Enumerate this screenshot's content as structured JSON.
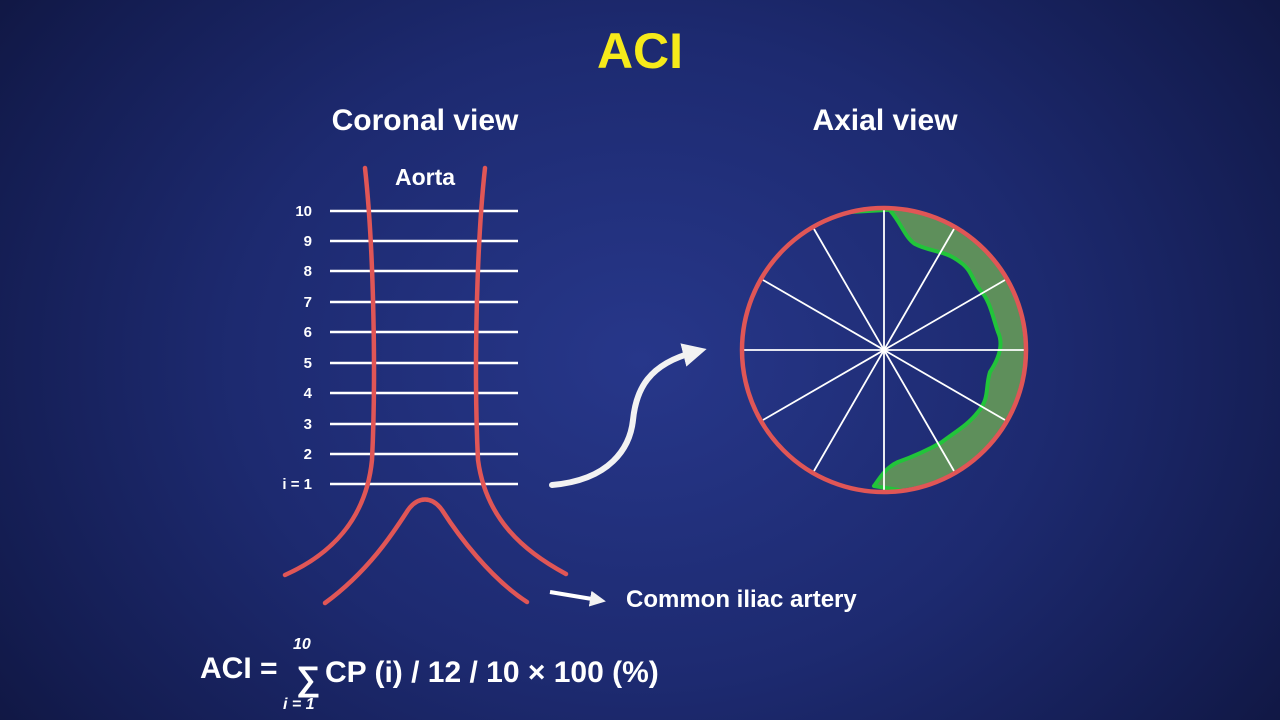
{
  "title": "ACI",
  "coronal": {
    "heading": "Coronal view",
    "aorta_label": "Aorta",
    "levels": [
      "10",
      "9",
      "8",
      "7",
      "6",
      "5",
      "4",
      "3",
      "2",
      "i = 1"
    ],
    "iliac_label": "Common iliac artery"
  },
  "axial": {
    "heading": "Axial view",
    "sectors": 12
  },
  "formula": {
    "lhs": "ACI =",
    "sum_symbol": "∑",
    "upper_limit": "10",
    "lower_limit": "i = 1",
    "rhs": "CP (i) / 12 / 10  ×  100 (%)"
  },
  "colors": {
    "background": "#1d2a70",
    "title": "#f6ea1a",
    "vessel": "#e05656",
    "plaque_fill": "#5e8f5b",
    "plaque_edge": "#22c43a",
    "lines": "#ffffff"
  }
}
